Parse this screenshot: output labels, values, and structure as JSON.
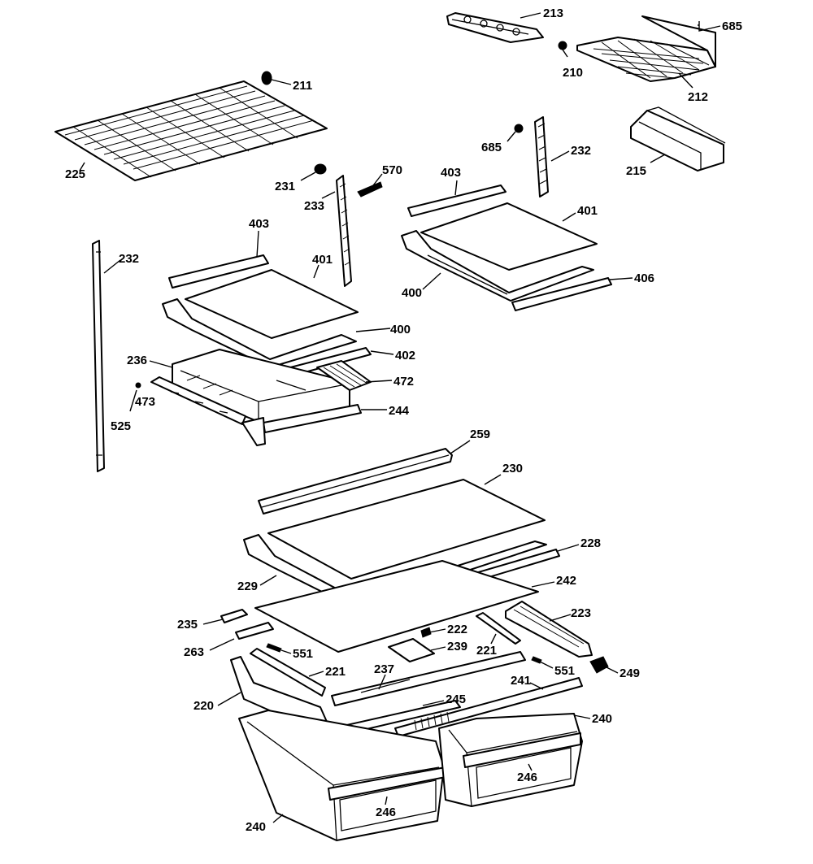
{
  "callouts": {
    "c213": "213",
    "c685a": "685",
    "c210": "210",
    "c212": "212",
    "c211": "211",
    "c225": "225",
    "c685b": "685",
    "c232a": "232",
    "c215": "215",
    "c231": "231",
    "c233": "233",
    "c570": "570",
    "c403a": "403",
    "c401a": "401",
    "c406": "406",
    "c400a": "400",
    "c403b": "403",
    "c232b": "232",
    "c401b": "401",
    "c400b": "400",
    "c402": "402",
    "c236": "236",
    "c472": "472",
    "c473": "473",
    "c525": "525",
    "c244": "244",
    "c259": "259",
    "c230": "230",
    "c228": "228",
    "c229": "229",
    "c242": "242",
    "c223": "223",
    "c235": "235",
    "c222": "222",
    "c239": "239",
    "c263": "263",
    "c551a": "551",
    "c221a": "221",
    "c551b": "551",
    "c249": "249",
    "c221b": "221",
    "c237": "237",
    "c241": "241",
    "c220": "220",
    "c245": "245",
    "c240a": "240",
    "c246a": "246",
    "c246b": "246",
    "c240b": "240"
  }
}
